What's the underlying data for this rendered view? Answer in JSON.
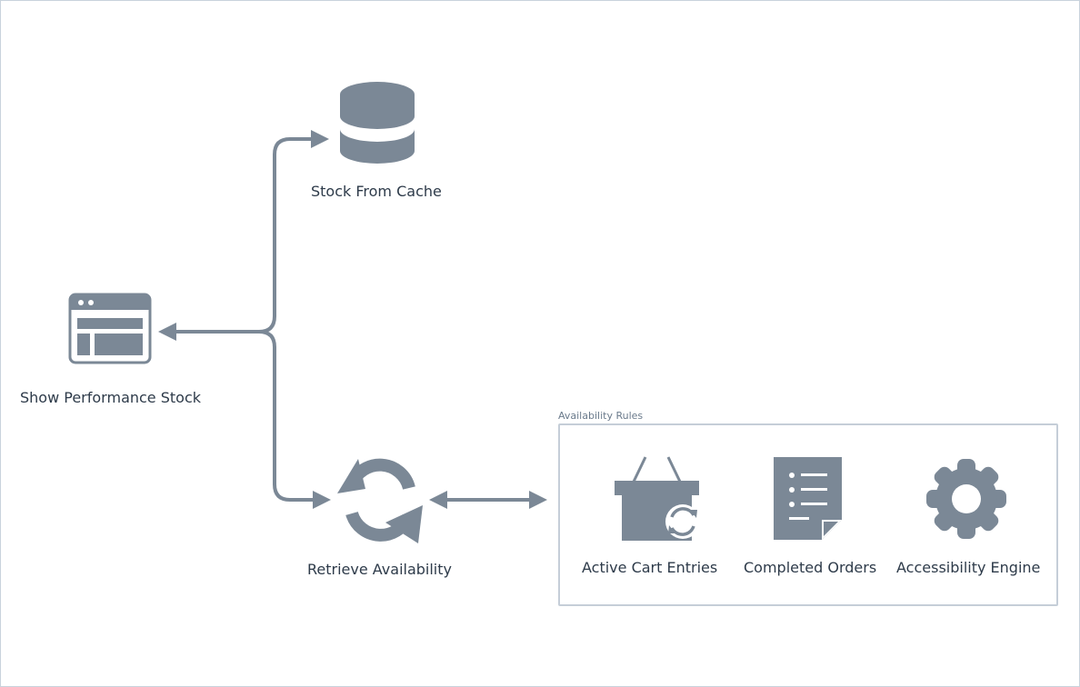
{
  "colors": {
    "icon": "#7b8896",
    "line": "#7b8896",
    "text": "#2e3b4a",
    "group_border": "#c5ced8"
  },
  "nodes": {
    "cache": {
      "label": "Stock From Cache",
      "icon": "database-icon"
    },
    "show": {
      "label": "Show Performance Stock",
      "icon": "browser-window-icon"
    },
    "retrieve": {
      "label": "Retrieve Availability",
      "icon": "sync-icon"
    }
  },
  "group": {
    "title": "Availability Rules",
    "items": [
      {
        "label": "Active Cart Entries",
        "icon": "basket-sync-icon"
      },
      {
        "label": "Completed Orders",
        "icon": "document-list-icon"
      },
      {
        "label": "Accessibility Engine",
        "icon": "gear-icon"
      }
    ]
  }
}
